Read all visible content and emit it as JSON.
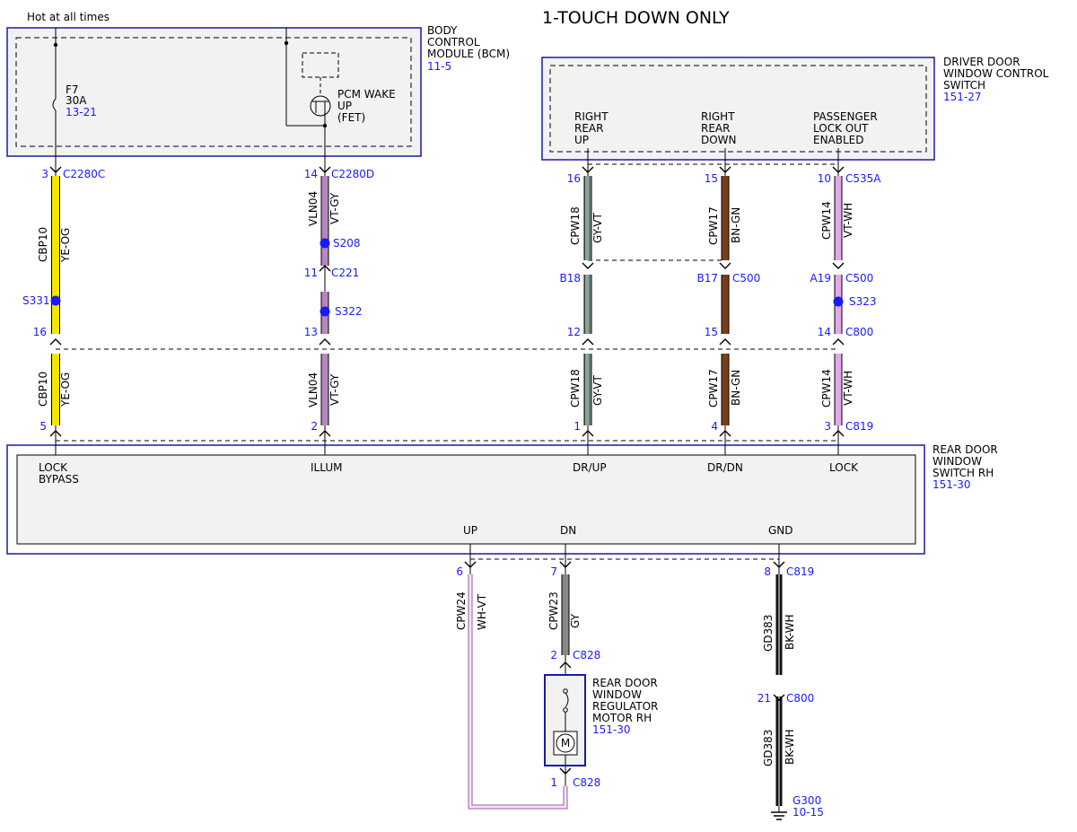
{
  "title": "1-TOUCH DOWN ONLY",
  "supply_label": "Hot at all times",
  "colors": {
    "YE-OG": "#f2e600",
    "VT-GY": "#c27fc9",
    "GY-VT": "#9a9aa8",
    "BN-GN": "#7a3d1a",
    "VT-WH": "#e2a8e8",
    "WH-VT": "#f4e4f6",
    "GY": "#888888",
    "BK-WH": "#111111",
    "ref_blue": "#1a1aff",
    "box_outline": "#1a1aaa",
    "box_fill": "#f2f2f2"
  },
  "bcm": {
    "name_lines": [
      "BODY",
      "CONTROL",
      "MODULE (BCM)"
    ],
    "ref": "11-5",
    "fuse_name": "F7",
    "fuse_rating": "30A",
    "fuse_ref": "13-21",
    "fet_lines": [
      "PCM WAKE",
      "UP",
      "(FET)"
    ]
  },
  "driver_switch": {
    "name_lines": [
      "DRIVER DOOR",
      "WINDOW CONTROL",
      "SWITCH"
    ],
    "ref": "151-27",
    "pins": [
      [
        "RIGHT",
        "REAR",
        "UP"
      ],
      [
        "RIGHT",
        "REAR",
        "DOWN"
      ],
      [
        "PASSENGER",
        "LOCK OUT",
        "ENABLED"
      ]
    ]
  },
  "rear_switch": {
    "name_lines": [
      "REAR DOOR",
      "WINDOW",
      "SWITCH RH"
    ],
    "ref": "151-30",
    "top_pins": [
      [
        "LOCK",
        "BYPASS"
      ],
      [
        "ILLUM"
      ],
      [
        "DR/UP"
      ],
      [
        "DR/DN"
      ],
      [
        "LOCK"
      ]
    ],
    "bottom_pins": [
      "UP",
      "DN",
      "GND"
    ]
  },
  "motor": {
    "name_lines": [
      "REAR DOOR",
      "WINDOW",
      "REGULATOR",
      "MOTOR RH"
    ],
    "ref": "151-30",
    "symbol": "M"
  },
  "ground": {
    "name": "G300",
    "ref": "10-15"
  },
  "wires": [
    {
      "circuit": "CBP10",
      "color_code": "YE-OG"
    },
    {
      "circuit": "VLN04",
      "color_code": "VT-GY"
    },
    {
      "circuit": "CPW18",
      "color_code": "GY-VT"
    },
    {
      "circuit": "CPW17",
      "color_code": "BN-GN"
    },
    {
      "circuit": "CPW14",
      "color_code": "VT-WH"
    },
    {
      "circuit": "CPW24",
      "color_code": "WH-VT"
    },
    {
      "circuit": "CPW23",
      "color_code": "GY"
    },
    {
      "circuit": "GD383",
      "color_code": "BK-WH"
    }
  ],
  "pin_labels": [
    {
      "pin": "3",
      "connector": "C2280C"
    },
    {
      "pin": "14",
      "connector": "C2280D"
    },
    {
      "pin": "16",
      "connector": ""
    },
    {
      "pin": "15",
      "connector": ""
    },
    {
      "pin": "10",
      "connector": "C535A"
    },
    {
      "pin": "11",
      "connector": "C221"
    },
    {
      "pin": "B18",
      "connector": ""
    },
    {
      "pin": "B17",
      "connector": "C500"
    },
    {
      "pin": "A19",
      "connector": "C500"
    },
    {
      "pin": "16",
      "connector": ""
    },
    {
      "pin": "13",
      "connector": ""
    },
    {
      "pin": "12",
      "connector": ""
    },
    {
      "pin": "15",
      "connector": ""
    },
    {
      "pin": "14",
      "connector": "C800"
    },
    {
      "pin": "5",
      "connector": ""
    },
    {
      "pin": "2",
      "connector": ""
    },
    {
      "pin": "1",
      "connector": ""
    },
    {
      "pin": "4",
      "connector": ""
    },
    {
      "pin": "3",
      "connector": "C819"
    },
    {
      "pin": "6",
      "connector": ""
    },
    {
      "pin": "7",
      "connector": ""
    },
    {
      "pin": "8",
      "connector": "C819"
    },
    {
      "pin": "2",
      "connector": "C828"
    },
    {
      "pin": "1",
      "connector": "C828"
    },
    {
      "pin": "21",
      "connector": "C800"
    }
  ],
  "splices": [
    "S331",
    "S208",
    "S322",
    "S323"
  ]
}
